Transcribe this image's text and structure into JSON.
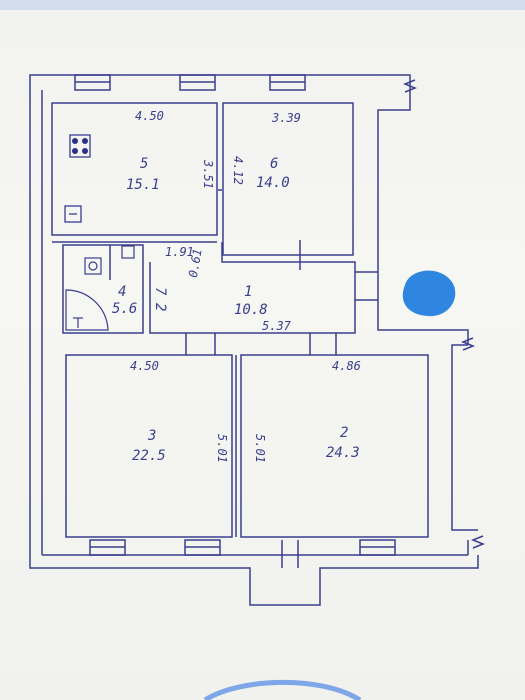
{
  "rooms": [
    {
      "id": "5",
      "number": "5",
      "area": "15.1",
      "width": "4.50",
      "height": "3.51"
    },
    {
      "id": "6",
      "number": "6",
      "area": "14.0",
      "width": "3.39",
      "height": "4.12"
    },
    {
      "id": "1",
      "number": "1",
      "area": "10.8",
      "width": "5.37",
      "side_a": "1.91",
      "side_b": "0.61"
    },
    {
      "id": "4",
      "number": "4",
      "area": "5.6"
    },
    {
      "id": "7",
      "number": "7",
      "area": "2"
    },
    {
      "id": "3",
      "number": "3",
      "area": "22.5",
      "width": "4.50",
      "height": "5.01"
    },
    {
      "id": "2",
      "number": "2",
      "area": "24.3",
      "width": "4.86",
      "height": "5.01"
    }
  ],
  "fixtures": {
    "stove": "stove-icon",
    "sink": "sink-icon",
    "toilet": "toilet-icon",
    "bathtub": "bathtub-icon"
  },
  "colors": {
    "line": "#3b3f8e",
    "ink": "#2a2f8a",
    "blob": "#2f86e0",
    "seal": "#7fa6e8"
  }
}
